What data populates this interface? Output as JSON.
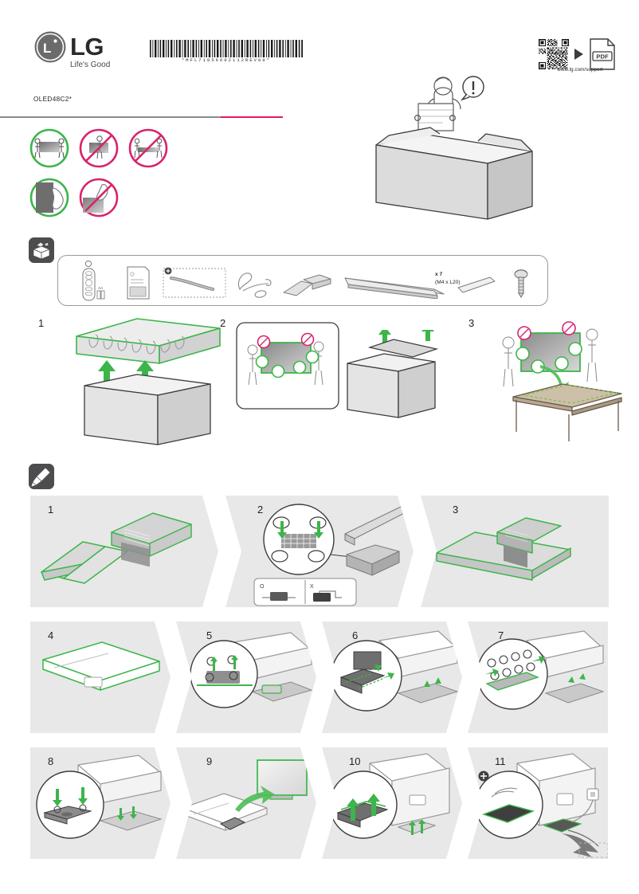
{
  "document": {
    "model": "OLED48C2*",
    "barcode_text": "*MFL71856602112REV00*",
    "support_url": "www.lg.com/support",
    "pdf_label": "PDF"
  },
  "brand": {
    "name": "LG",
    "tagline": "Life's Good",
    "accent_color": "#e5195f",
    "logo_color": "#6b6b6b"
  },
  "colors": {
    "highlight_green": "#3cb54a",
    "prohibit_red": "#d6246e",
    "panel_gray": "#e8e8e8",
    "icon_dark": "#4d4d4f"
  },
  "handling_icons": [
    {
      "id": "carry-two-people-ok",
      "state": "allowed",
      "row": 0,
      "col": 0
    },
    {
      "id": "carry-one-person-no",
      "state": "prohibited",
      "row": 0,
      "col": 1
    },
    {
      "id": "carry-lay-flat-no",
      "state": "prohibited",
      "row": 0,
      "col": 2
    },
    {
      "id": "hold-edge-ok",
      "state": "allowed",
      "row": 1,
      "col": 0
    },
    {
      "id": "touch-screen-no",
      "state": "prohibited",
      "row": 1,
      "col": 1
    }
  ],
  "unboxing": {
    "section_icon": "open-box-icon",
    "accessories": [
      {
        "id": "magic-remote",
        "label": "",
        "sub": "AA"
      },
      {
        "id": "manual-booklet",
        "label": ""
      },
      {
        "id": "power-cable",
        "label": ""
      },
      {
        "id": "cable-ties",
        "label": ""
      },
      {
        "id": "stand-base-caps",
        "label": ""
      },
      {
        "id": "stand-neck",
        "label": ""
      },
      {
        "id": "cable-cover",
        "label": ""
      }
    ],
    "screws": {
      "count": "x 7",
      "spec": "(M4 x L20)"
    },
    "steps": [
      {
        "num": "1",
        "id": "remove-top-packing"
      },
      {
        "num": "2",
        "id": "lift-tv-two-people"
      },
      {
        "num": "3",
        "id": "place-tv-on-table"
      }
    ]
  },
  "assembly": {
    "section_icon": "screwdriver-icon",
    "ox_labels": {
      "correct": "O",
      "incorrect": "X"
    },
    "rows": [
      {
        "steps": [
          {
            "num": "1",
            "id": "stand-parts-layout"
          },
          {
            "num": "2",
            "id": "align-and-screw-stand"
          },
          {
            "num": "3",
            "id": "stand-assembled"
          }
        ]
      },
      {
        "steps": [
          {
            "num": "4",
            "id": "tv-face-down"
          },
          {
            "num": "5",
            "id": "attach-bracket"
          },
          {
            "num": "6",
            "id": "slide-stand-in"
          },
          {
            "num": "7",
            "id": "fasten-stand-screws"
          }
        ]
      },
      {
        "steps": [
          {
            "num": "8",
            "id": "attach-back-cover"
          },
          {
            "num": "9",
            "id": "stand-tv-upright"
          },
          {
            "num": "10",
            "id": "attach-cable-cover"
          },
          {
            "num": "11",
            "id": "route-power-cord"
          }
        ]
      }
    ]
  }
}
